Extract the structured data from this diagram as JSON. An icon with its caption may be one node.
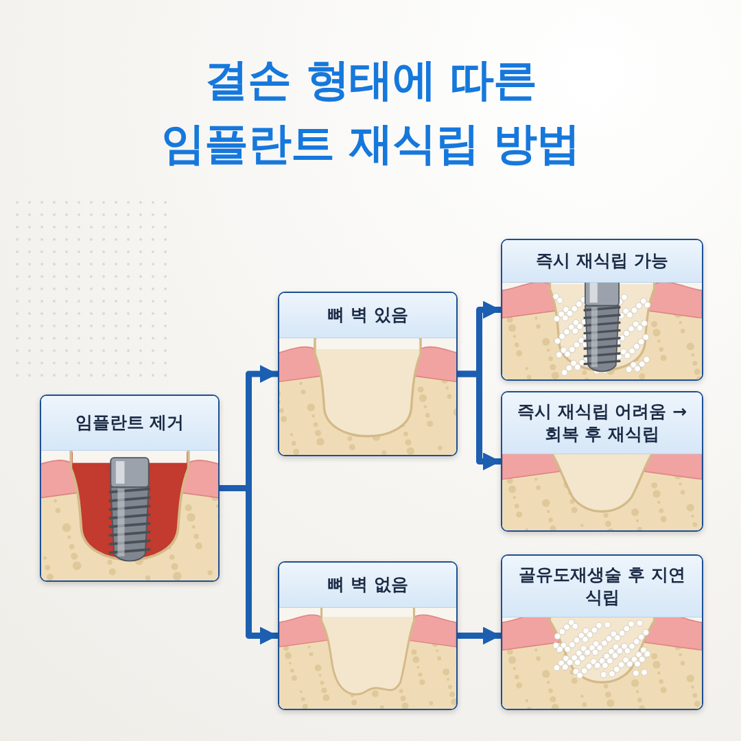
{
  "diagram": {
    "title": "결손 형태에 따른 임플란트 재식립 방법",
    "nodes": [
      {
        "text": [
          "임플란트 제거"
        ]
      },
      {
        "text": [
          "뼈 벽 있음"
        ]
      },
      {
        "text": [
          "뼈 벽 없음"
        ]
      },
      {
        "text": [
          "즉시 재식립 가능"
        ]
      },
      {
        "text": [
          "즉시 재식립 어려움 → 회복 후 재식립"
        ]
      },
      {
        "text": [
          "골유도재생술 후 지연 식립"
        ]
      }
    ],
    "edges": [
      {
        "from": 0,
        "to": 1,
        "arrow": "to"
      },
      {
        "from": 0,
        "to": 2,
        "arrow": "to"
      },
      {
        "from": 1,
        "to": 3,
        "arrow": "to"
      },
      {
        "from": 1,
        "to": 4,
        "arrow": "to"
      },
      {
        "from": 2,
        "to": 5,
        "arrow": "to"
      }
    ]
  }
}
